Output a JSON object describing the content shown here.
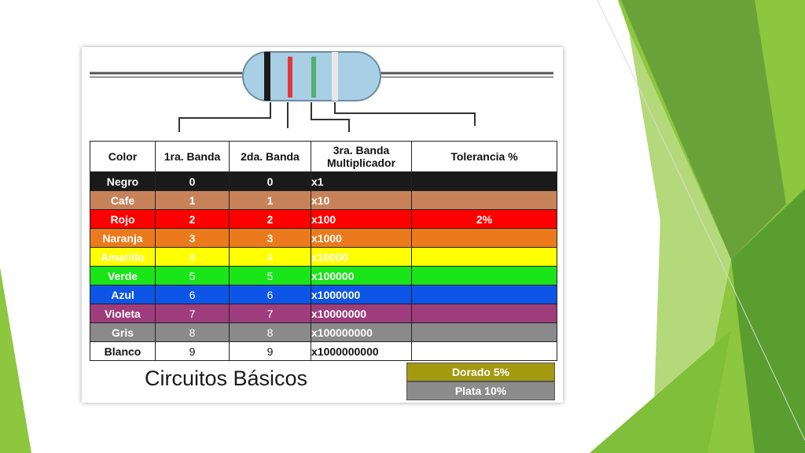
{
  "slide": {
    "caption": "Circuitos Básicos",
    "accent_colors": [
      "#8dc63f",
      "#5a9e2f",
      "#b4d97a"
    ]
  },
  "table": {
    "headers": [
      "Color",
      "1ra. Banda",
      "2da. Banda",
      "3ra. Banda Multiplicador",
      "Tolerancia %"
    ],
    "rows": [
      {
        "color": "Negro",
        "band1": "0",
        "band2": "0",
        "mult": "x1",
        "tol": "",
        "bg": "#1a1a1a",
        "fg": "#ffffff"
      },
      {
        "color": "Cafe",
        "band1": "1",
        "band2": "1",
        "mult": "x10",
        "tol": "",
        "bg": "#c8825a",
        "fg": "#ffffff"
      },
      {
        "color": "Rojo",
        "band1": "2",
        "band2": "2",
        "mult": "x100",
        "tol": "2%",
        "bg": "#ff0000",
        "fg": "#ffffff"
      },
      {
        "color": "Naranja",
        "band1": "3",
        "band2": "3",
        "mult": "x1000",
        "tol": "",
        "bg": "#ec7a1c",
        "fg": "#ffffff"
      },
      {
        "color": "Amarillo",
        "band1": "4",
        "band2": "4",
        "mult": "x10000",
        "tol": "",
        "bg": "#ffff00",
        "fg": "#ffffff"
      },
      {
        "color": "Verde",
        "band1": "5",
        "band2": "5",
        "mult": "x100000",
        "tol": "",
        "bg": "#19e519",
        "fg": "#ffffff"
      },
      {
        "color": "Azul",
        "band1": "6",
        "band2": "6",
        "mult": "x1000000",
        "tol": "",
        "bg": "#0d55e6",
        "fg": "#ffffff"
      },
      {
        "color": "Violeta",
        "band1": "7",
        "band2": "7",
        "mult": "x10000000",
        "tol": "",
        "bg": "#9e3d7c",
        "fg": "#ffffff"
      },
      {
        "color": "Gris",
        "band1": "8",
        "band2": "8",
        "mult": "x100000000",
        "tol": "",
        "bg": "#8a8a8a",
        "fg": "#ffffff"
      },
      {
        "color": "Blanco",
        "band1": "9",
        "band2": "9",
        "mult": "x1000000000",
        "tol": "",
        "bg": "#ffffff",
        "fg": "#111111"
      }
    ],
    "extra": [
      {
        "label": "Dorado  5%",
        "bg": "#a49a11"
      },
      {
        "label": "Plata  10%",
        "bg": "#8c8c8c"
      }
    ]
  }
}
